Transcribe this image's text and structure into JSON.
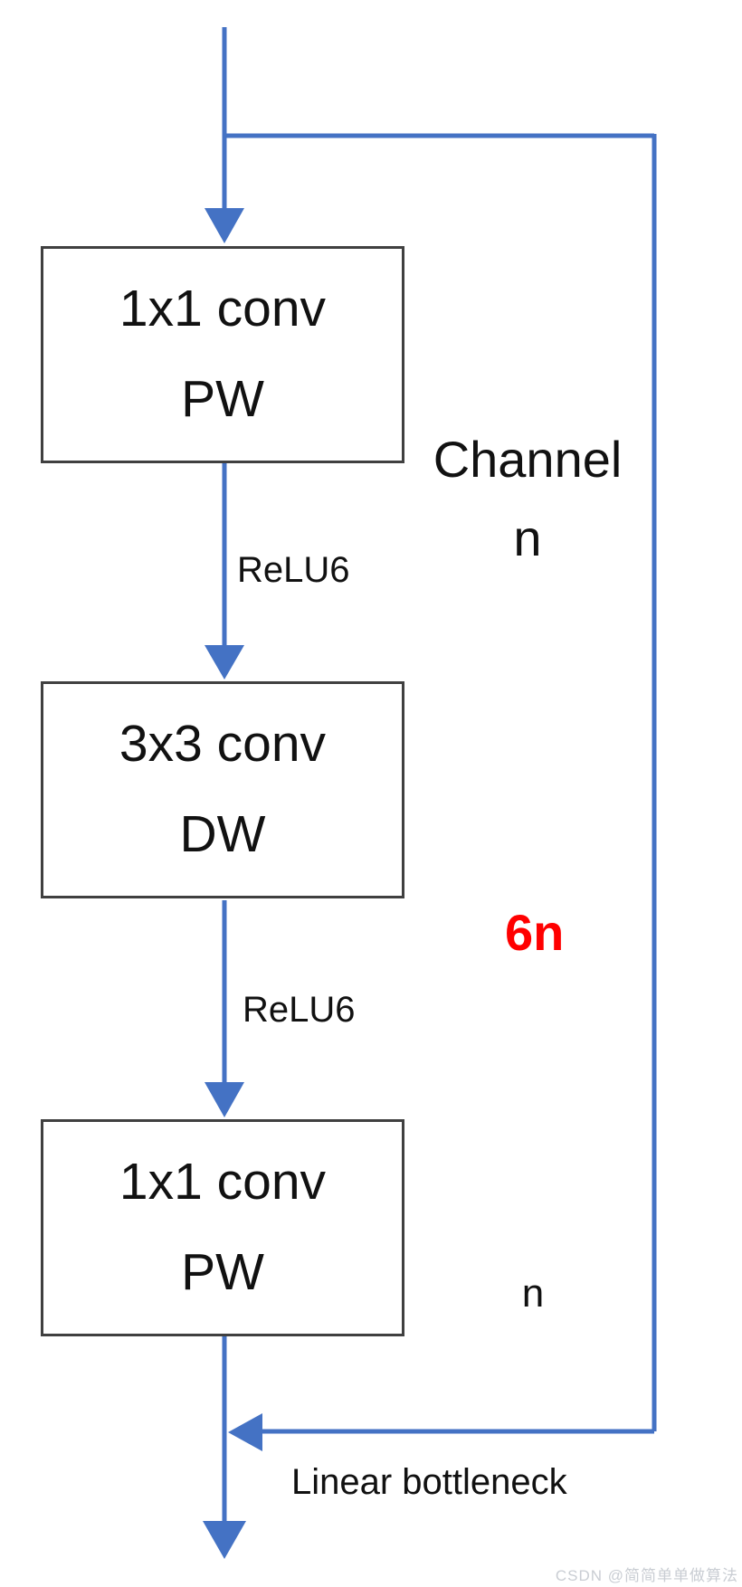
{
  "diagram": {
    "nodes": [
      {
        "id": "pw-expand",
        "line1": "1x1 conv",
        "line2": "PW"
      },
      {
        "id": "dw",
        "line1": "3x3 conv",
        "line2": "DW"
      },
      {
        "id": "pw-project",
        "line1": "1x1 conv",
        "line2": "PW"
      }
    ],
    "edge_labels": {
      "relu6_1": "ReLU6",
      "relu6_2": "ReLU6",
      "linear_bottleneck": "Linear bottleneck"
    },
    "channel_labels": {
      "title": "Channel",
      "input": "n",
      "expanded": "6n",
      "output": "n"
    },
    "watermark": "CSDN @简简单单做算法",
    "colors": {
      "arrow": "#4472C4",
      "box_border": "#404040",
      "text": "#111111",
      "highlight": "#FF0000",
      "watermark": "#C9CDD3",
      "background": "#FFFFFF"
    }
  }
}
